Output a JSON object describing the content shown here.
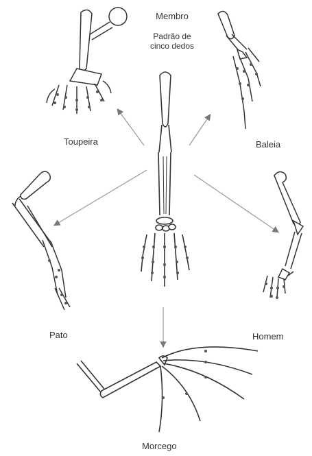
{
  "diagram": {
    "center": {
      "title": "Membro",
      "subtitle_line1": "Padrão de",
      "subtitle_line2": "cinco dedos"
    },
    "limbs": [
      {
        "id": "toupeira",
        "label": "Toupeira"
      },
      {
        "id": "baleia",
        "label": "Baleia"
      },
      {
        "id": "pato",
        "label": "Pato"
      },
      {
        "id": "homem",
        "label": "Homem"
      },
      {
        "id": "morcego",
        "label": "Morcego"
      }
    ]
  }
}
